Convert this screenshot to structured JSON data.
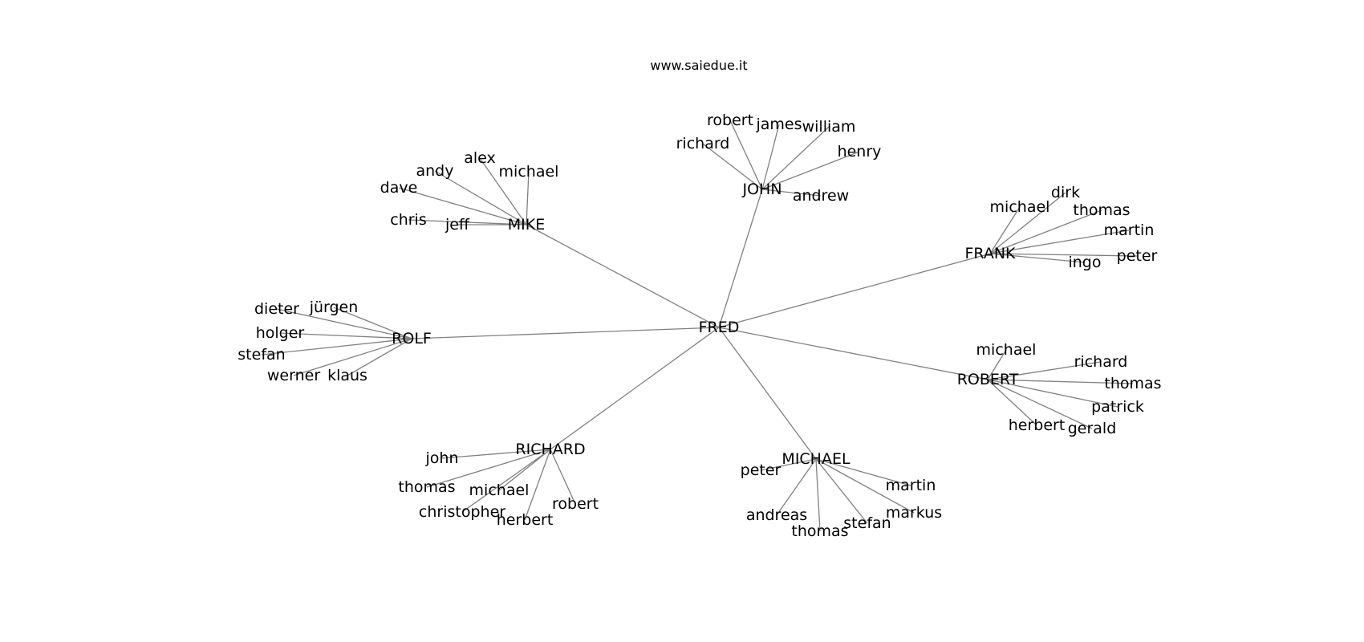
{
  "title": "www.saiedue.it",
  "colors": {
    "edge": "#808080",
    "text": "#000000",
    "background": "#ffffff"
  },
  "graph": {
    "root": "FRED",
    "groups": [
      {
        "hub": "JOHN",
        "leaves": [
          "robert",
          "james",
          "william",
          "richard",
          "henry",
          "andrew"
        ]
      },
      {
        "hub": "MIKE",
        "leaves": [
          "alex",
          "andy",
          "michael",
          "dave",
          "chris",
          "jeff"
        ]
      },
      {
        "hub": "FRANK",
        "leaves": [
          "dirk",
          "michael",
          "thomas",
          "martin",
          "peter",
          "ingo"
        ]
      },
      {
        "hub": "ROLF",
        "leaves": [
          "dieter",
          "jürgen",
          "holger",
          "stefan",
          "werner",
          "klaus"
        ]
      },
      {
        "hub": "ROBERT",
        "leaves": [
          "michael",
          "richard",
          "thomas",
          "patrick",
          "herbert",
          "gerald"
        ]
      },
      {
        "hub": "RICHARD",
        "leaves": [
          "john",
          "thomas",
          "michael",
          "christopher",
          "herbert",
          "robert"
        ]
      },
      {
        "hub": "MICHAEL",
        "leaves": [
          "peter",
          "martin",
          "markus",
          "andreas",
          "thomas",
          "stefan"
        ]
      }
    ]
  }
}
